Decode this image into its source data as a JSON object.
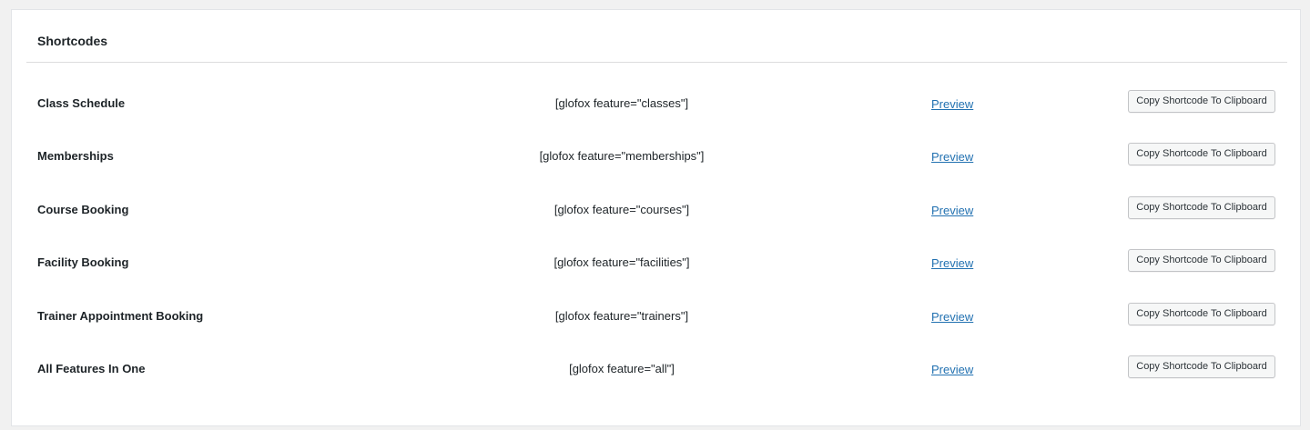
{
  "panel": {
    "title": "Shortcodes"
  },
  "rows": [
    {
      "label": "Class Schedule",
      "shortcode": "[glofox feature=\"classes\"]",
      "preview": "Preview",
      "button": "Copy Shortcode To Clipboard"
    },
    {
      "label": "Memberships",
      "shortcode": "[glofox feature=\"memberships\"]",
      "preview": "Preview",
      "button": "Copy Shortcode To Clipboard"
    },
    {
      "label": "Course Booking",
      "shortcode": "[glofox feature=\"courses\"]",
      "preview": "Preview",
      "button": "Copy Shortcode To Clipboard"
    },
    {
      "label": "Facility Booking",
      "shortcode": "[glofox feature=\"facilities\"]",
      "preview": "Preview",
      "button": "Copy Shortcode To Clipboard"
    },
    {
      "label": "Trainer Appointment Booking",
      "shortcode": "[glofox feature=\"trainers\"]",
      "preview": "Preview",
      "button": "Copy Shortcode To Clipboard"
    },
    {
      "label": "All Features In One",
      "shortcode": "[glofox feature=\"all\"]",
      "preview": "Preview",
      "button": "Copy Shortcode To Clipboard"
    }
  ],
  "colors": {
    "link": "#2271b1",
    "page_background": "#f1f1f1",
    "panel_background": "#ffffff"
  }
}
